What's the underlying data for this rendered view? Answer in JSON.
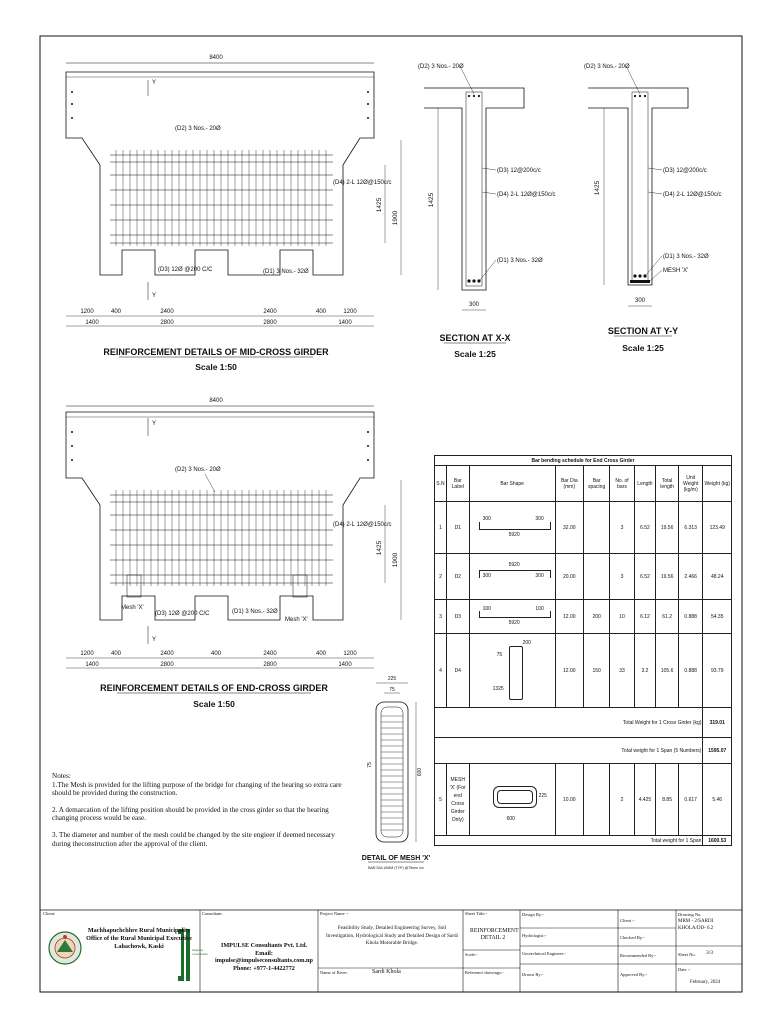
{
  "mid_girder": {
    "overall": "8400",
    "axis_label": "Y",
    "bar_d2": "(D2) 3 Nos.- 20Ø",
    "bar_d4": "(D4) 2-L 12Ø@150c/c",
    "bar_d3": "(D3) 12Ø @200 C/C",
    "bar_d1": "(D1) 3 Nos.- 32Ø",
    "dim_1425": "1425",
    "dim_1900": "1900",
    "dims_top": [
      "1200",
      "400",
      "2400",
      "2400",
      "400",
      "1200"
    ],
    "dims_bottom": [
      "1400",
      "2800",
      "2800",
      "1400"
    ],
    "title": "REINFORCEMENT DETAILS OF MID-CROSS GIRDER",
    "scale": "Scale 1:50"
  },
  "end_girder": {
    "overall": "8400",
    "axis_label": "Y",
    "bar_d2": "(D2) 3 Nos.- 20Ø",
    "bar_d4": "(D4) 2-L 12Ø@150c/c",
    "bar_d3": "(D3) 12Ø @200 C/C",
    "bar_d1": "(D1) 3 Nos.- 32Ø",
    "mesh_left": "Mesh 'X'",
    "mesh_right": "Mesh 'X'",
    "dim_1425": "1425",
    "dim_1900": "1900",
    "dims_top": [
      "1200",
      "400",
      "2400",
      "400",
      "2400",
      "400",
      "1200"
    ],
    "dims_bottom": [
      "1400",
      "2800",
      "2800",
      "1400"
    ],
    "title": "REINFORCEMENT DETAILS OF END-CROSS GIRDER",
    "scale": "Scale 1:50"
  },
  "section_xx": {
    "bar_d2": "(D2) 3 Nos.- 20Ø",
    "bar_d3": "(D3) 12@200c/c",
    "bar_d4": "(D4) 2-L 12Ø@150c/c",
    "bar_d1": "(D1) 3 Nos.- 32Ø",
    "depth": "1425",
    "width": "300",
    "title": "SECTION AT X-X",
    "scale": "Scale 1:25"
  },
  "section_yy": {
    "bar_d2": "(D2) 3 Nos.- 20Ø",
    "bar_d3": "(D3) 12@200c/c",
    "bar_d4": "(D4) 2-L 12Ø@150c/c",
    "bar_d1": "(D1) 3 Nos.- 32Ø",
    "mesh": "MESH 'X'",
    "depth": "1425",
    "width": "300",
    "title": "SECTION AT Y-Y",
    "scale": "Scale 1:25"
  },
  "mesh_detail": {
    "dim_top": "225",
    "dim_inner": "75",
    "dim_height": "600",
    "dim_side": "75",
    "title": "DETAIL OF MESH 'X'",
    "subtitle": "BAR DIA 10MM (TYP) @75mm c/c"
  },
  "schedule": {
    "title": "Bar bending schedule for End Cross Girder",
    "headers": [
      "S.N",
      "Bar Label",
      "Bar Shape",
      "Bar Dia (mm)",
      "Bar spacing",
      "No. of bars",
      "Length",
      "Total length",
      "Unit Weight (kg/m)",
      "Weight (kg)"
    ],
    "rows": [
      {
        "sn": "1",
        "label": "D1",
        "shape_l": "300",
        "shape_r": "300",
        "shape_b": "5920",
        "dia": "32.00",
        "spacing": "",
        "nos": "3",
        "length": "6.52",
        "total": "19.56",
        "unit": "6.313",
        "weight": "123.49"
      },
      {
        "sn": "2",
        "label": "D2",
        "shape_t": "5920",
        "shape_l": "300",
        "shape_r": "300",
        "dia": "20.00",
        "spacing": "",
        "nos": "3",
        "length": "6.52",
        "total": "19.56",
        "unit": "2.466",
        "weight": "48.24"
      },
      {
        "sn": "3",
        "label": "D3",
        "shape_l": "100",
        "shape_r": "100",
        "shape_b": "5920",
        "dia": "12.00",
        "spacing": "200",
        "nos": "10",
        "length": "6.12",
        "total": "61.2",
        "unit": "0.888",
        "weight": "54.35"
      },
      {
        "sn": "4",
        "label": "D4",
        "shape_a": "200",
        "shape_b": "75",
        "shape_c": "1325",
        "dia": "12.00",
        "spacing": "150",
        "nos": "33",
        "length": "3.2",
        "total": "105.6",
        "unit": "0.888",
        "weight": "93.79"
      }
    ],
    "total_girder_label": "Total Weight for 1 Cross Girder (kg)",
    "total_girder": "319.01",
    "total_span_label": "Total weight for 1 Span (5 Numbers)",
    "total_span": "1595.07",
    "mesh_row": {
      "sn": "5",
      "label": "MESH 'X' (For end Cross Girder Only)",
      "shape_r": "225",
      "shape_b": "600",
      "dia": "10.00",
      "spacing": "",
      "nos": "2",
      "length": "4.425",
      "total": "8.85",
      "unit": "0.617",
      "weight": "5.46"
    },
    "grand_label": "Total weight for 1 Span",
    "grand": "1600.53"
  },
  "notes": {
    "heading": "Notes:",
    "items": [
      "1.The Mesh is provided for the lifting purpose of the bridge for changing of the bearing so extra care should be provided during the construction.",
      "2. A demarcation of the lifting position should be provided in the cross girder so that the bearing changing process would be ease.",
      "3. The diameter and number of the mesh could be changed by the site engieer if deemed necessary during theconstruction after the approval of the client."
    ]
  },
  "titleblock": {
    "client_label": "Client:",
    "client_l1": "Machhapuchchhre Rural Municipality",
    "client_l2": "Office of the Rural Municipal Executive",
    "client_l3": "Lahachowk, Kaski",
    "consultant_label": "Consultant:",
    "cons_l1": "IMPULSE Consultants Pvt. Ltd.",
    "cons_l2": "Email: impulse@impulseconsultants.com.np",
    "cons_l3": "Phone: +977-1-4422772",
    "logo_text_1": "impulse",
    "logo_text_2": "consultants",
    "project_label": "Project Name :-",
    "project": "Feasibility Study, Detailed Engineering Survey, Soil Investigation, Hydrological Study and Detailed Design of Sardi Khola Motorable Bridge.",
    "river_label": "Name of River:",
    "river": "Sardi Khola",
    "sheet_title_label": "Sheet Title:-",
    "sheet_title": "REINFORCEMENT DETAIL 2",
    "scale_label": "Scale:-",
    "ref_label": "Reference drawings:-",
    "design_label": "Design By:-",
    "hydro_label": "Hydrologist:-",
    "geo_label": "Geotechnical Engineer:-",
    "drawn_label": "Drawn By:-",
    "client2_label": "Client :-",
    "checked_label": "Checked By:-",
    "recommended_label": "Recommended By:-",
    "approved_label": "Approved By:-",
    "drawing_no_label": "Drawing No.",
    "drawing_no": "MRM - 2/SARDI KHOLA/DD- 6.2",
    "sheet_no_label": "Sheet No.",
    "sheet_no": "3/3",
    "date_label": "Date :-",
    "date": "February, 2024"
  }
}
